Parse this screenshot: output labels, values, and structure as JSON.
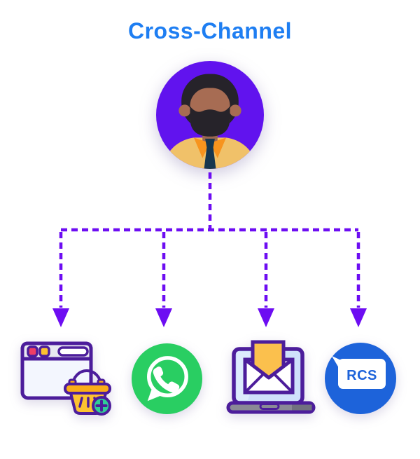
{
  "title": {
    "text": "Cross-Channel",
    "color": "#1E7EF2"
  },
  "avatar": {
    "type": "man-with-beard-avatar",
    "background": "#6113EE"
  },
  "connector": {
    "color": "#6D0DF2",
    "line_style": "dashed",
    "branches": 4
  },
  "channels": [
    {
      "id": "web-store",
      "icon": "browser-shopping-basket-icon"
    },
    {
      "id": "whatsapp",
      "icon": "whatsapp-icon",
      "brand_color": "#29CE62"
    },
    {
      "id": "email",
      "icon": "laptop-email-icon"
    },
    {
      "id": "rcs",
      "icon": "rcs-icon",
      "label": "RCS",
      "brand_color": "#1D63DA"
    }
  ],
  "palette": {
    "title_blue": "#1E7EF2",
    "arrow_purple": "#6D0DF2",
    "avatar_purple": "#6113EE",
    "icon_outline_purple": "#4C1D9B",
    "whatsapp_green": "#29CE62",
    "rcs_blue": "#1D63DA",
    "basket_yellow": "#FDC230",
    "basket_orange": "#FBAD18",
    "badge_green": "#2FCE96",
    "letter_orange": "#FBC04D",
    "screen_blue": "#CFE0FB"
  }
}
